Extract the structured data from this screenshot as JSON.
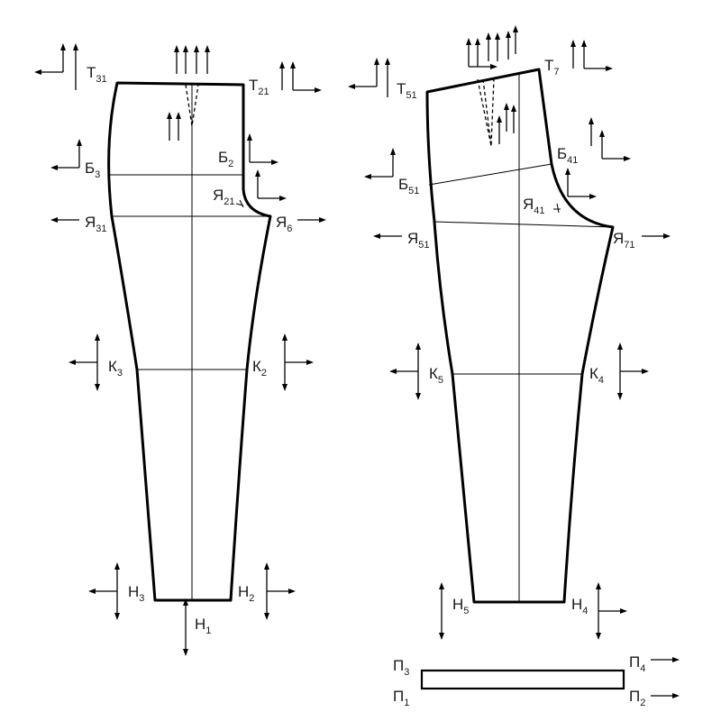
{
  "colors": {
    "line": "#000000",
    "text": "#1a1a1a",
    "background": "#ffffff"
  },
  "front_piece": {
    "labels": {
      "t31": {
        "main": "Т",
        "sub": "31"
      },
      "t21": {
        "main": "Т",
        "sub": "21"
      },
      "b3": {
        "main": "Б",
        "sub": "3"
      },
      "b2": {
        "main": "Б",
        "sub": "2"
      },
      "ya21": {
        "main": "Я",
        "sub": "21"
      },
      "ya31": {
        "main": "Я",
        "sub": "31"
      },
      "ya6": {
        "main": "Я",
        "sub": "6"
      },
      "k3": {
        "main": "К",
        "sub": "3"
      },
      "k2": {
        "main": "К",
        "sub": "2"
      },
      "n3": {
        "main": "Н",
        "sub": "3"
      },
      "n2": {
        "main": "Н",
        "sub": "2"
      },
      "n1": {
        "main": "Н",
        "sub": "1"
      }
    }
  },
  "back_piece": {
    "labels": {
      "t51": {
        "main": "Т",
        "sub": "51"
      },
      "t7": {
        "main": "Т",
        "sub": "7"
      },
      "b51": {
        "main": "Б",
        "sub": "51"
      },
      "b41": {
        "main": "Б",
        "sub": "41"
      },
      "ya41": {
        "main": "Я",
        "sub": "41"
      },
      "ya51": {
        "main": "Я",
        "sub": "51"
      },
      "ya71": {
        "main": "Я",
        "sub": "71"
      },
      "k5": {
        "main": "К",
        "sub": "5"
      },
      "k4": {
        "main": "К",
        "sub": "4"
      },
      "n5": {
        "main": "Н",
        "sub": "5"
      },
      "n4": {
        "main": "Н",
        "sub": "4"
      }
    }
  },
  "waistband": {
    "labels": {
      "p3": {
        "main": "П",
        "sub": "3"
      },
      "p4": {
        "main": "П",
        "sub": "4"
      },
      "p1": {
        "main": "П",
        "sub": "1"
      },
      "p2": {
        "main": "П",
        "sub": "2"
      }
    }
  },
  "arrow_icon": "arrow-icon"
}
